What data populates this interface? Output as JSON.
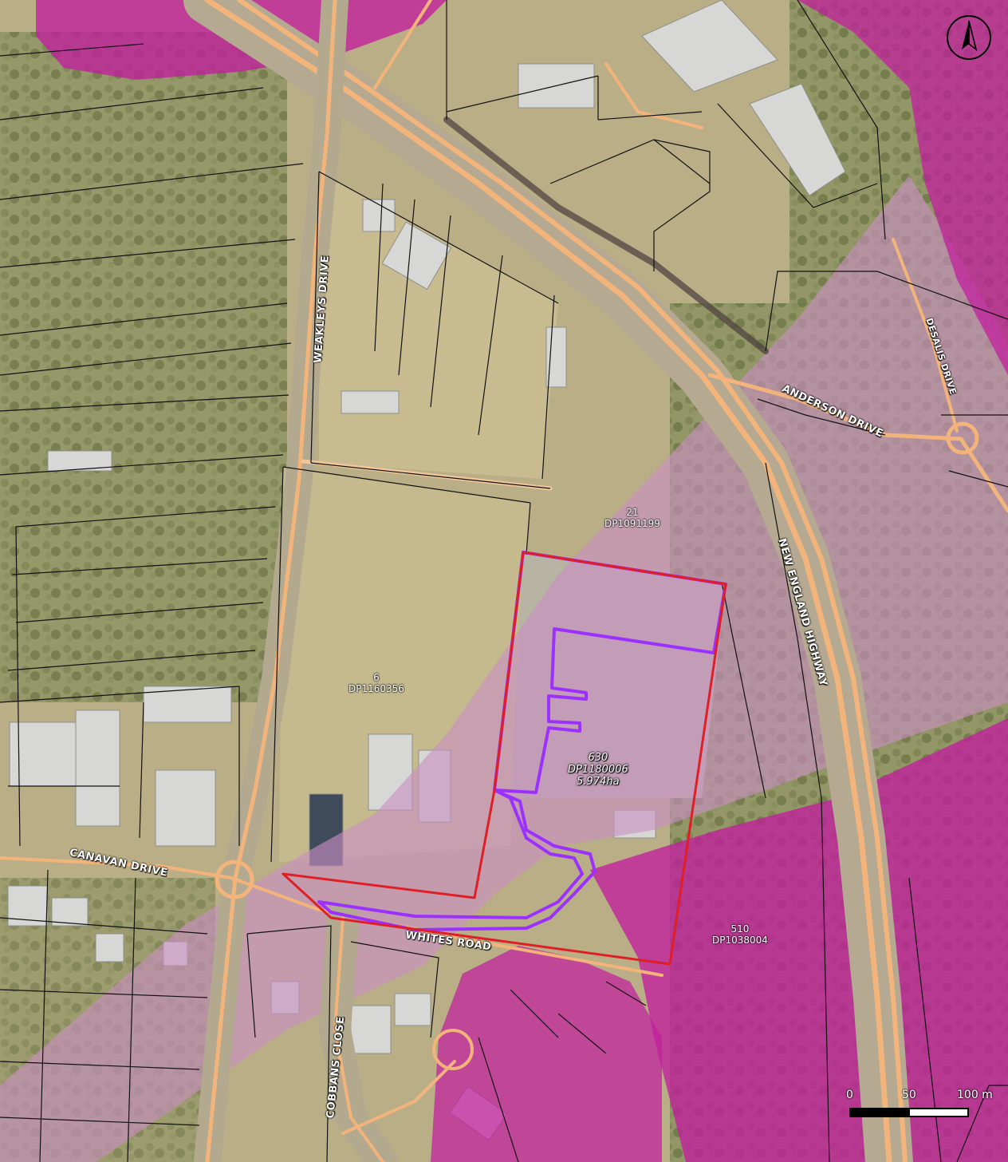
{
  "roads": {
    "weakleys": "WEAKLEYS DRIVE",
    "anderson": "ANDERSON DRIVE",
    "desalis": "DESALIS DRIVE",
    "new_england": "NEW ENGLAND HIGHWAY",
    "canavan": "CANAVAN DRIVE",
    "whites": "WHITES ROAD",
    "cobbans": "COBBANS CLOSE"
  },
  "lots": {
    "lot21": {
      "number": "21",
      "plan": "DP1091199"
    },
    "lot6": {
      "number": "6",
      "plan": "DP1160356"
    },
    "lot630": {
      "number": "630",
      "plan": "DP1180006",
      "area": "5.974ha"
    },
    "lot510": {
      "number": "510",
      "plan": "DP1038004"
    }
  },
  "scale_bar": {
    "label_0": "0",
    "label_50": "50",
    "label_100": "100 m"
  },
  "colors": {
    "site_boundary": "#e01e26",
    "study_area": "#9b30ff",
    "vegetation_high": "#c21f9e",
    "vegetation_moderate": "#c98fc4",
    "roads": "#f3b47b"
  },
  "icons": {
    "north_arrow": "north-arrow-icon"
  }
}
